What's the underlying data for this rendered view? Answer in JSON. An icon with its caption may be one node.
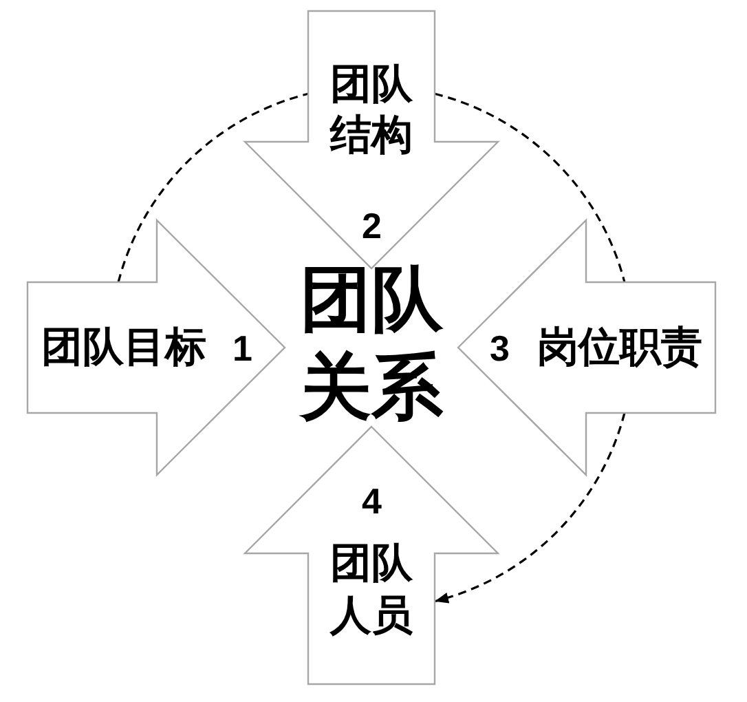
{
  "diagram": {
    "nodes": [
      {
        "text": [
          "团队结构",
          "2"
        ]
      },
      {
        "text": [
          "团队目标",
          "1"
        ]
      },
      {
        "text": [
          "3",
          "岗位职责"
        ]
      },
      {
        "text": [
          "4",
          "团队人员"
        ]
      }
    ],
    "edges": [
      {
        "from": 1,
        "to": 0,
        "arrow": "none",
        "style": "dashed"
      },
      {
        "from": 0,
        "to": 2,
        "arrow": "none",
        "style": "dashed"
      },
      {
        "from": 2,
        "to": 3,
        "arrow": "to",
        "style": "dashed"
      }
    ],
    "labels": [
      "团队关系"
    ]
  }
}
